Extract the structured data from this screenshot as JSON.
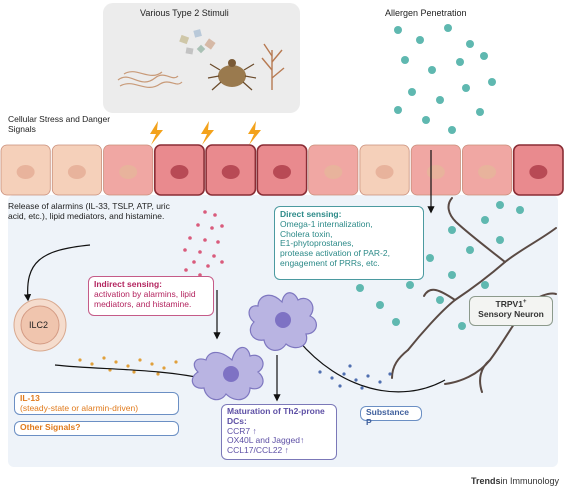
{
  "stimuli_title": "Various Type 2 Stimuli",
  "allergen_title": "Allergen Penetration",
  "stress_label": "Cellular Stress and Danger Signals",
  "alarmin_release": "Release of alarmins (IL-33, TSLP, ATP, uric acid, etc.), lipid mediators, and histamine.",
  "direct_sensing": {
    "title": "Direct sensing:",
    "items": [
      "Omega-1 internalization,",
      "Cholera toxin,",
      "E1-phytoprostanes,",
      "protease activation of PAR-2,",
      "engagement of PRRs, etc."
    ]
  },
  "indirect_sensing": {
    "title": "Indirect sensing:",
    "body": "activation by alarmins, lipid mediators, and histamine."
  },
  "ilc2_label": "ILC2",
  "il13": {
    "title": "IL-13",
    "body": "(steady-state or alarmin-driven)"
  },
  "other_signals": "Other Signals?",
  "neuron": {
    "title": "TRPV1",
    "superscript": "+",
    "subtitle": "Sensory Neuron"
  },
  "substance_p": "Substance P",
  "maturation": {
    "title": "Maturation of Th2-prone DCs:",
    "items": [
      "CCR7 ↑",
      "OX40L and Jagged↑",
      "CCL17/CCL22 ↑"
    ]
  },
  "footer": {
    "brand": "Trends",
    "journal": "in Immunology"
  },
  "colors": {
    "epithelium_normal": "#f5d0ba",
    "epithelium_stressed": "#e98a8e",
    "allergen_particles": "#5fb8b0",
    "dendritic_cell": "#b8b4e0",
    "ilc2": "#f2cdb7",
    "direct_text": "#2c8a88",
    "indirect_text": "#b3245f",
    "il13_text": "#e07a1c",
    "substance_p_text": "#3f5f9c",
    "maturation_text": "#5d4fa5"
  }
}
